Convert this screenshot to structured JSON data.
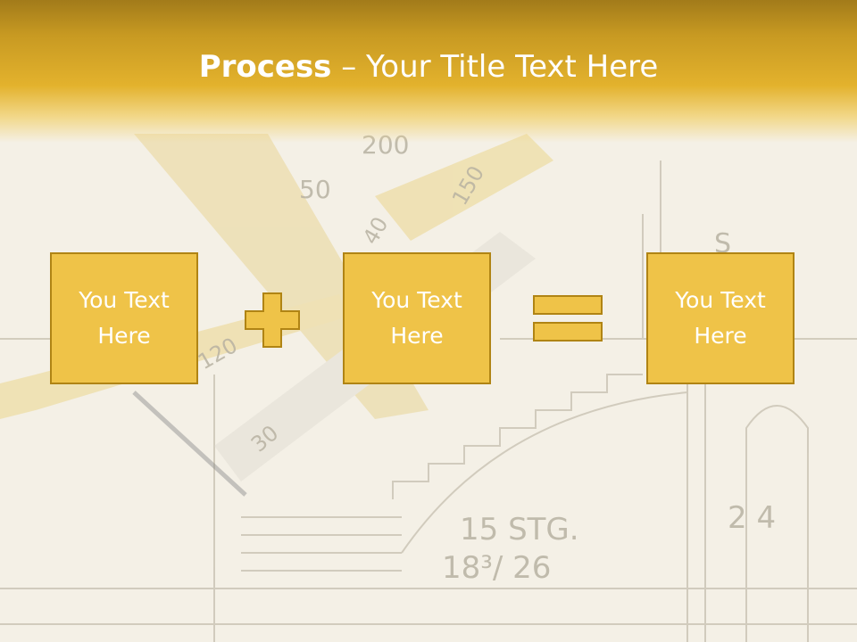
{
  "slide": {
    "title_bold": "Process",
    "title_rest": " – Your Title Text Here",
    "accent": "#efc348",
    "accent_border": "#b08414"
  },
  "process": {
    "boxes": [
      {
        "label": "You Text\nHere"
      },
      {
        "label": "You Text\nHere"
      },
      {
        "label": "You Text\nHere"
      }
    ],
    "operators": [
      "plus-icon",
      "equals-icon"
    ]
  },
  "background": {
    "texts": [
      "200",
      "50",
      "150",
      "40",
      "30",
      "120",
      "15 STG.",
      "18³/ 26",
      "2 4",
      "S"
    ]
  }
}
